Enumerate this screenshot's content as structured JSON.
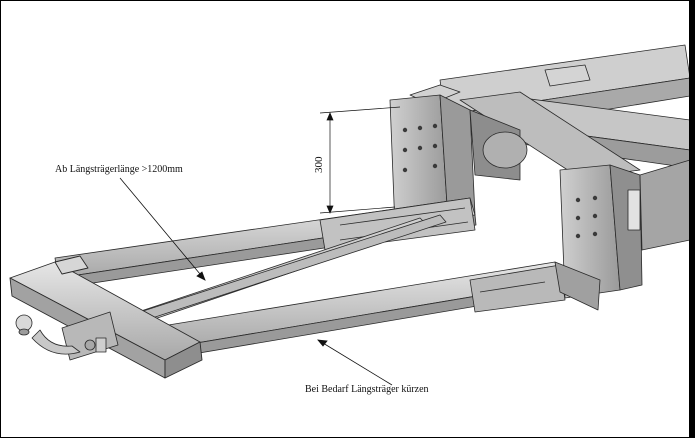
{
  "labels": {
    "top_label": "Ab Längsträgerlänge >1200mm",
    "bottom_label": "Bei Bedarf Längsträger kürzen",
    "dimension": "300"
  },
  "colors": {
    "steel_light": "#d8d8d8",
    "steel_mid": "#b4b4b4",
    "steel_dark": "#8a8a8a",
    "edge": "#2a2a2a",
    "background": "#ffffff",
    "border": "#000000"
  },
  "icons": {
    "hitch_ball": "tow-ball-icon"
  }
}
